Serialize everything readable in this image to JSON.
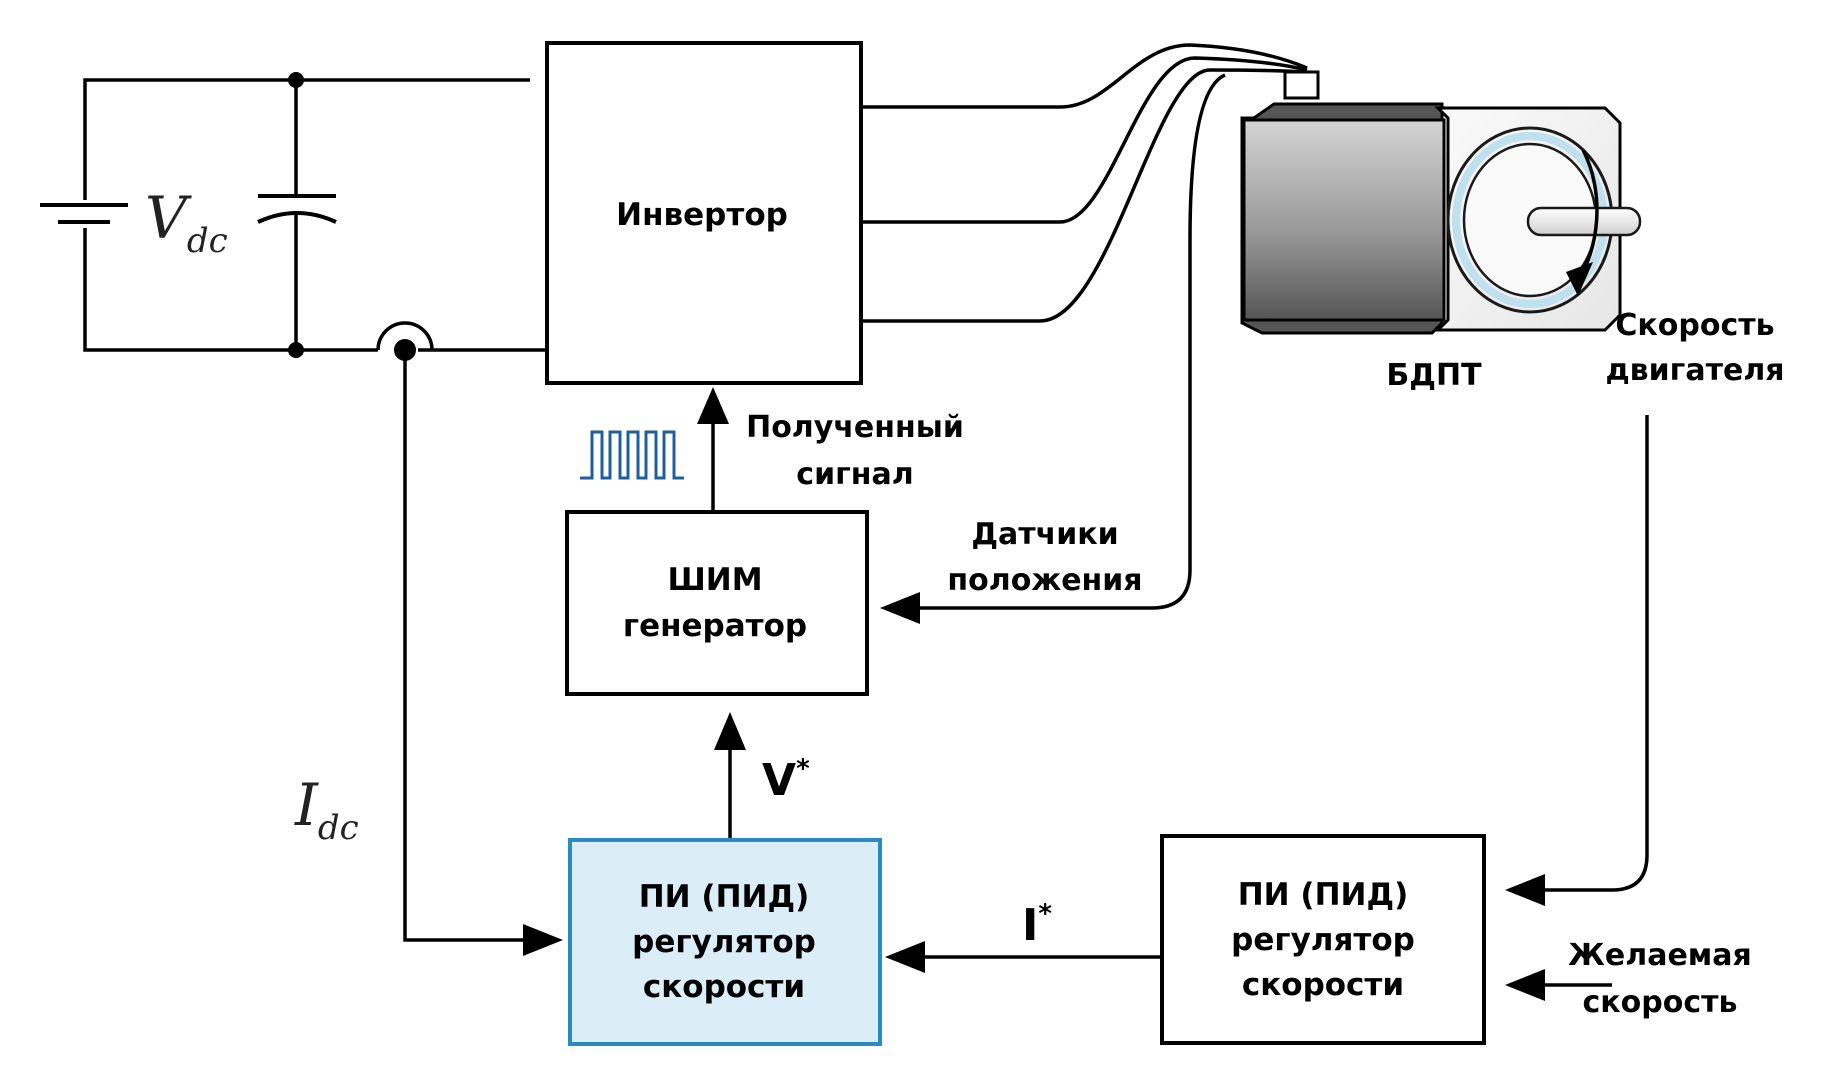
{
  "source": {
    "symbol": "V",
    "subscript": "dc"
  },
  "current": {
    "symbol": "I",
    "subscript": "dc"
  },
  "blocks": {
    "inverter": "Инвертор",
    "pwm_line1": "ШИМ",
    "pwm_line2": "генератор",
    "current_ctrl_line1": "ПИ (ПИД)",
    "current_ctrl_line2": "регулятор",
    "current_ctrl_line3": "скорости",
    "speed_ctrl_line1": "ПИ (ПИД)",
    "speed_ctrl_line2": "регулятор",
    "speed_ctrl_line3": "скорости"
  },
  "labels": {
    "received_line1": "Полученный",
    "received_line2": "сигнал",
    "sensors_line1": "Датчики",
    "sensors_line2": "положения",
    "motor": "БДПТ",
    "motor_speed_line1": "Скорость",
    "motor_speed_line2": "двигателя",
    "desired_line1": "Желаемая",
    "desired_line2": "скорость",
    "v_ref": "V",
    "i_ref": "I",
    "ref_star": "*"
  },
  "colors": {
    "highlight_fill": "#dbeef8",
    "highlight_stroke": "#2a8bc0",
    "pwm_signal": "#1f5f9e"
  }
}
